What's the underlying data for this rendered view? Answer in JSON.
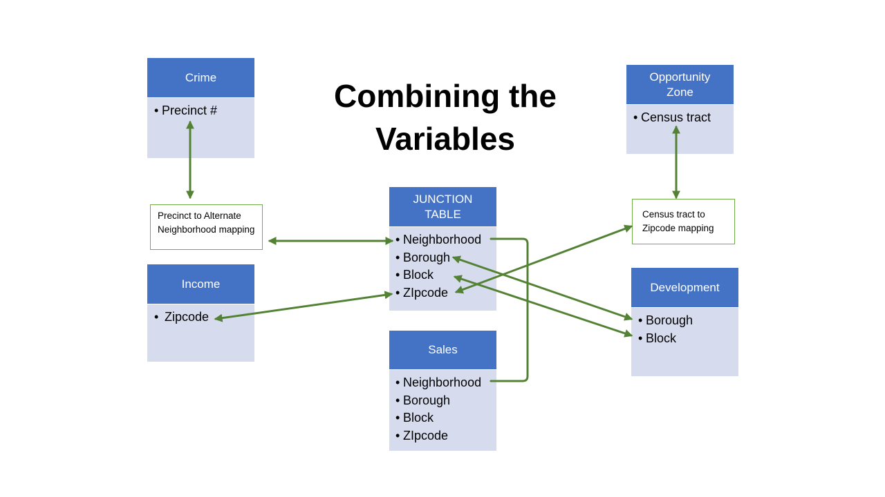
{
  "title": "Combining the Variables",
  "colors": {
    "header": "#4472c4",
    "body": "#d6dbed",
    "arrow": "#548235",
    "mapping_border": "#70ad47"
  },
  "entities": {
    "crime": {
      "title": "Crime",
      "fields": [
        "Precinct #"
      ]
    },
    "income": {
      "title": "Income",
      "fields": [
        "Zipcode"
      ]
    },
    "junction": {
      "title": "JUNCTION TABLE",
      "fields": [
        "Neighborhood",
        "Borough",
        "Block",
        "ZIpcode"
      ]
    },
    "sales": {
      "title": "Sales",
      "fields": [
        "Neighborhood",
        "Borough",
        "Block",
        "ZIpcode"
      ]
    },
    "opportunity": {
      "title": "Opportunity Zone",
      "fields": [
        "Census tract"
      ]
    },
    "development": {
      "title": "Development",
      "fields": [
        "Borough",
        "Block"
      ]
    }
  },
  "mappings": {
    "precinct": "Precinct to Alternate Neighborhood mapping",
    "census": "Census tract to Zipcode mapping"
  },
  "bullet": "•"
}
